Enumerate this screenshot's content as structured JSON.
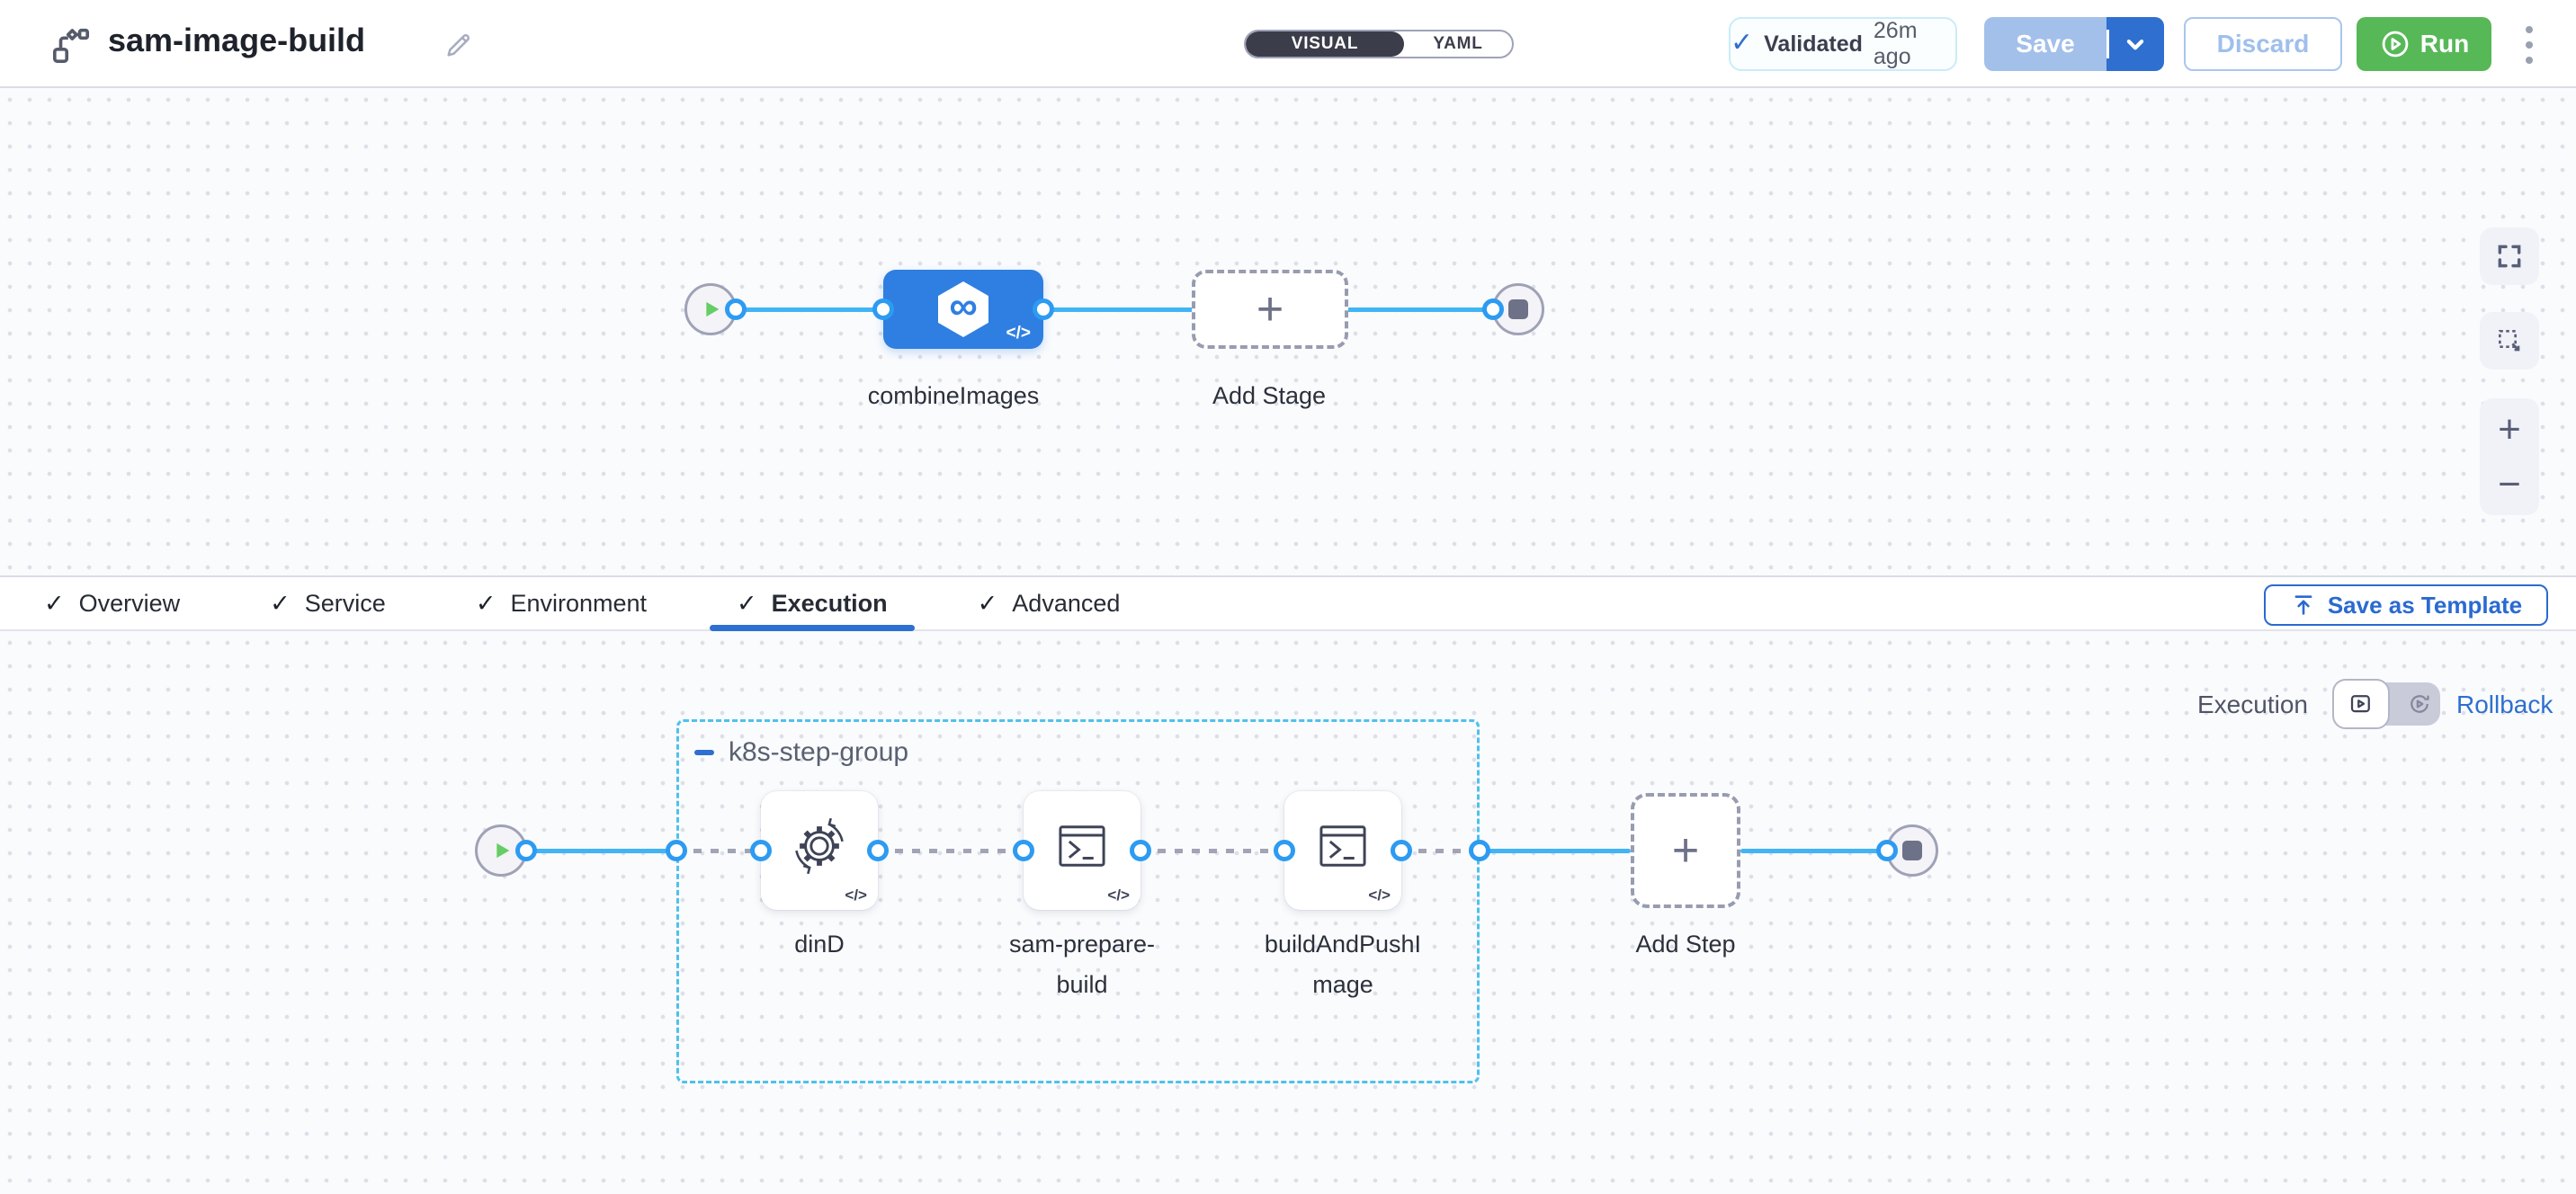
{
  "header": {
    "title": "sam-image-build",
    "view_toggle": {
      "visual": "VISUAL",
      "yaml": "YAML"
    },
    "validation": {
      "label": "Validated",
      "time": "26m ago"
    },
    "buttons": {
      "save": "Save",
      "discard": "Discard",
      "run": "Run"
    }
  },
  "stage_canvas": {
    "stage_label": "combineImages",
    "add_stage_label": "Add Stage"
  },
  "tabs": {
    "items": [
      {
        "label": "Overview"
      },
      {
        "label": "Service"
      },
      {
        "label": "Environment"
      },
      {
        "label": "Execution"
      },
      {
        "label": "Advanced"
      }
    ],
    "active": "Execution",
    "save_as_template": "Save as Template"
  },
  "execution_canvas": {
    "mode": {
      "left_label": "Execution",
      "right_label": "Rollback"
    },
    "step_group": {
      "label": "k8s-step-group",
      "steps": [
        {
          "label": "dinD",
          "icon": "docker-in-docker-icon"
        },
        {
          "label": "sam-prepare-build",
          "icon": "run-step-icon"
        },
        {
          "label": "buildAndPushImage",
          "icon": "run-step-icon"
        }
      ]
    },
    "add_step_label": "Add Step"
  },
  "icons": {
    "check": "✓",
    "plus": "+",
    "code": "</>",
    "infinity": "∞"
  },
  "colors": {
    "primary_blue": "#2e6fd0",
    "stage_blue": "#2e7fe1",
    "connector_blue": "#41b4f4",
    "run_green": "#57b857",
    "group_border": "#4fc1ea",
    "port_blue": "#2d9bf2"
  }
}
